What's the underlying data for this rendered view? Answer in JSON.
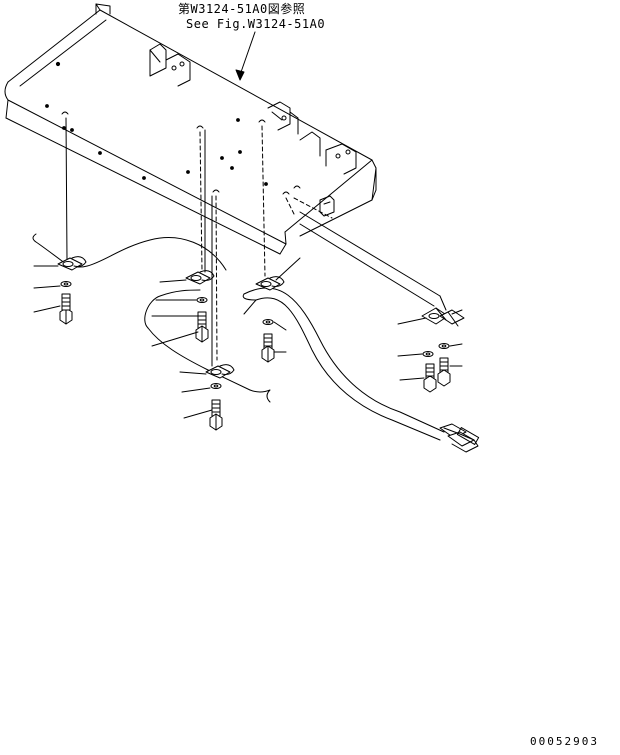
{
  "reference": {
    "line1": "第W3124-51A0図参照",
    "line2": "See Fig.W3124-51A0"
  },
  "drawing_number": "00052903"
}
